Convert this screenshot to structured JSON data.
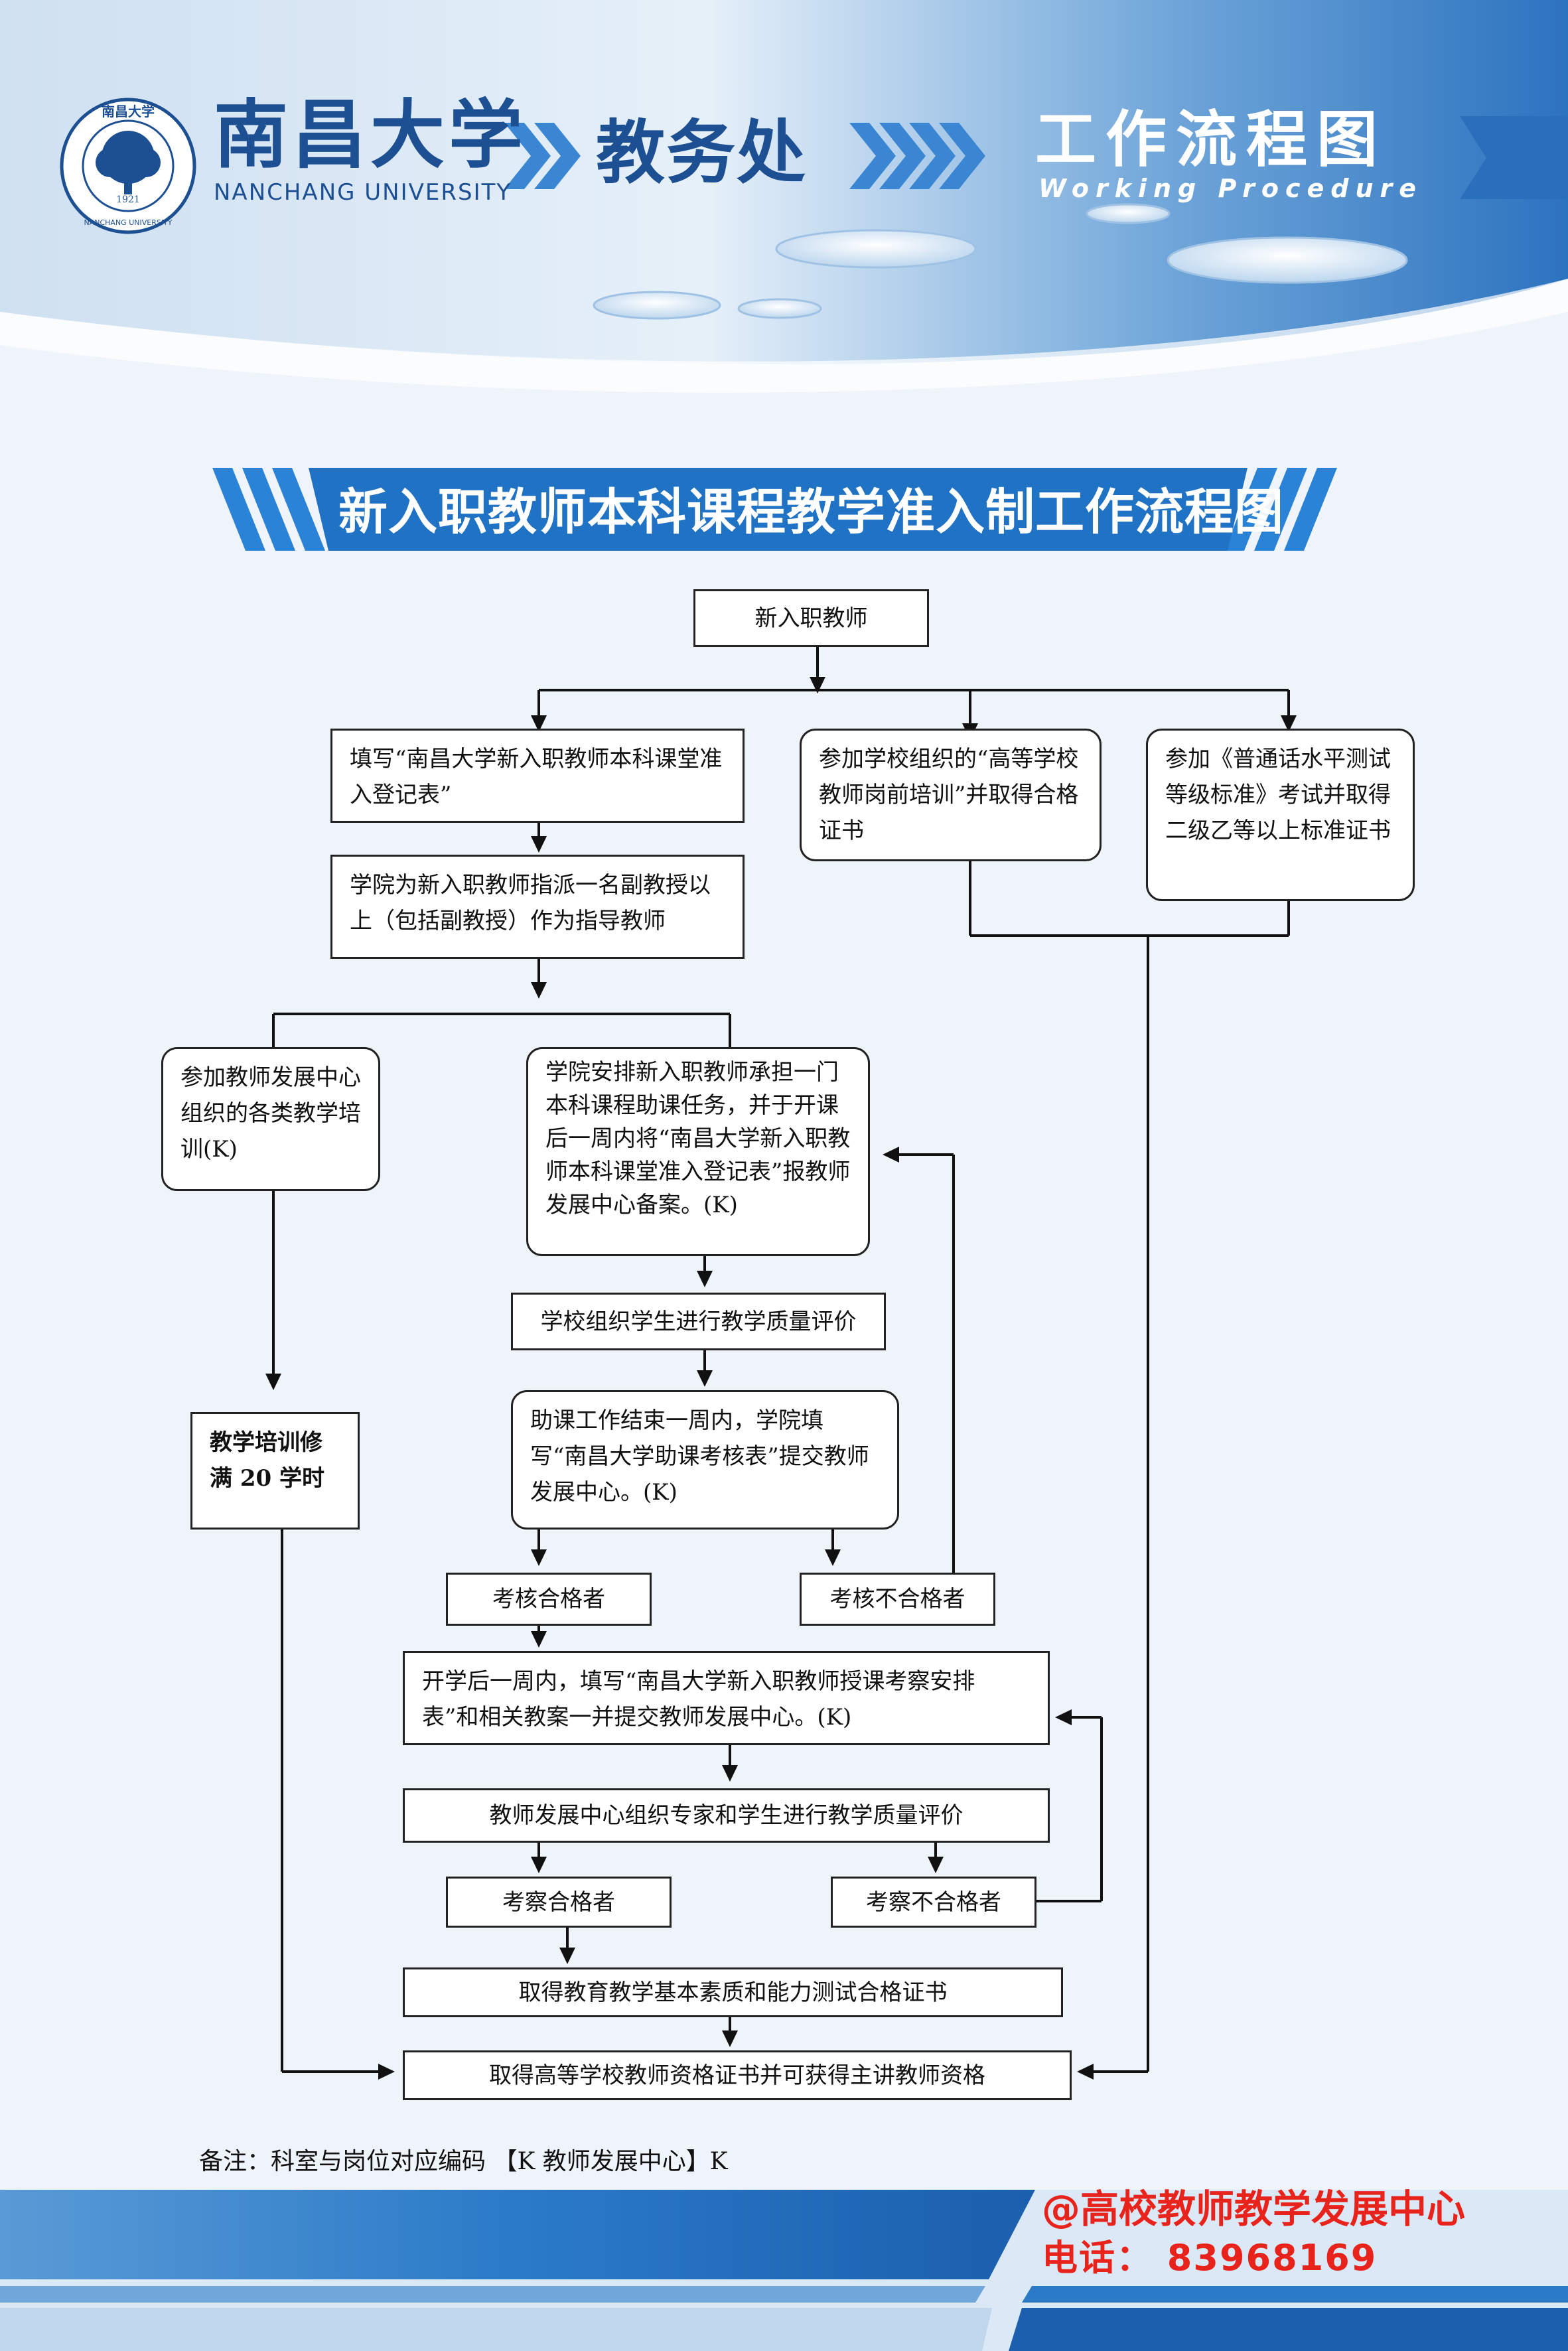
{
  "header": {
    "university_cn": "南昌大学",
    "university_en": "NANCHANG UNIVERSITY",
    "department": "教务处",
    "workflow_cn": "工作流程图",
    "workflow_en": "Working Procedure",
    "logo": {
      "top_text": "南昌大学",
      "bottom_text": "NANCHANG UNIVERSITY",
      "year": "1921",
      "icon": "tree-emblem-icon"
    }
  },
  "title": "新入职教师本科课程教学准入制工作流程图",
  "flow": {
    "start": "新入职教师",
    "fill_form": "填写“南昌大学新入职教师本科课堂准入登记表”",
    "training_cert": "参加学校组织的“高等学校教师岗前培训”并取得合格证书",
    "mandarin_cert": "参加《普通话水平测试等级标准》考试并取得二级乙等以上标准证书",
    "assign_mentor": "学院为新入职教师指派一名副教授以上（包括副教授）作为指导教师",
    "dev_training": "参加教师发展中心组织的各类教学培训(K)",
    "assist_task": "学院安排新入职教师承担一门本科课程助课任务，并于开课后一周内将“南昌大学新入职教师本科课堂准入登记表”报教师发展中心备案。(K)",
    "student_eval": "学校组织学生进行教学质量评价",
    "training_hours": "教学培训修满 20 学时",
    "assist_assess": "助课工作结束一周内，学院填写“南昌大学助课考核表”提交教师发展中心。(K)",
    "assess_pass": "考核合格者",
    "assess_fail": "考核不合格者",
    "teaching_arrange": "开学后一周内，填写“南昌大学新入职教师授课考察安排表”和相关教案一并提交教师发展中心。(K)",
    "expert_eval": "教师发展中心组织专家和学生进行教学质量评价",
    "inspect_pass": "考察合格者",
    "inspect_fail": "考察不合格者",
    "basic_cert": "取得教育教学基本素质和能力测试合格证书",
    "final": "取得高等学校教师资格证书并可获得主讲教师资格"
  },
  "note": "备注：科室与岗位对应编码 【K 教师发展中心】K",
  "contact": {
    "org": "@高校教师教学发展中心",
    "tel": "电话： 83968169"
  },
  "colors": {
    "brand_blue": "#1d4f93",
    "banner_blue": "#1f72c4",
    "contact_red": "#e8231b"
  }
}
